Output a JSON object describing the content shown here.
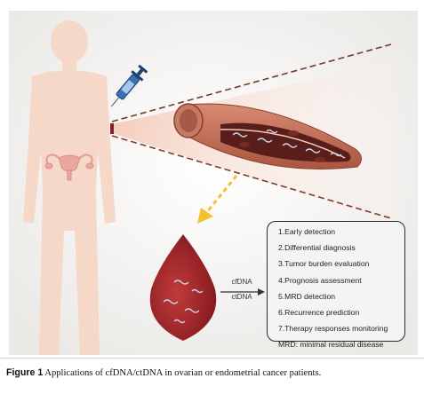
{
  "applications": {
    "items": [
      "1.Early detection",
      "2.Differential diagnosis",
      "3.Tumor burden evaluation",
      "4.Prognosis assessment",
      "5.MRD detection",
      "6.Recurrence prediction",
      "7.Therapy responses monitoring"
    ],
    "note": "MRD: minimal residual disease"
  },
  "arrow": {
    "label_top": "cfDNA",
    "label_bottom": "ctDNA"
  },
  "caption": {
    "label": "Figure 1",
    "text": "Applications of cfDNA/ctDNA in ovarian or endometrial cancer patients."
  },
  "colors": {
    "background_panel": "#f0efed",
    "silhouette": "#f6d8c8",
    "vessel": "#c1705a",
    "blood": "#8e2a2a",
    "blood_drop": "#a8272b",
    "dashed_arrow": "#f2c230",
    "uterus": "#eaa7a1"
  },
  "icons": [
    "syringe-icon",
    "uterus-icon",
    "blood-drop-icon",
    "blood-vessel-icon"
  ]
}
